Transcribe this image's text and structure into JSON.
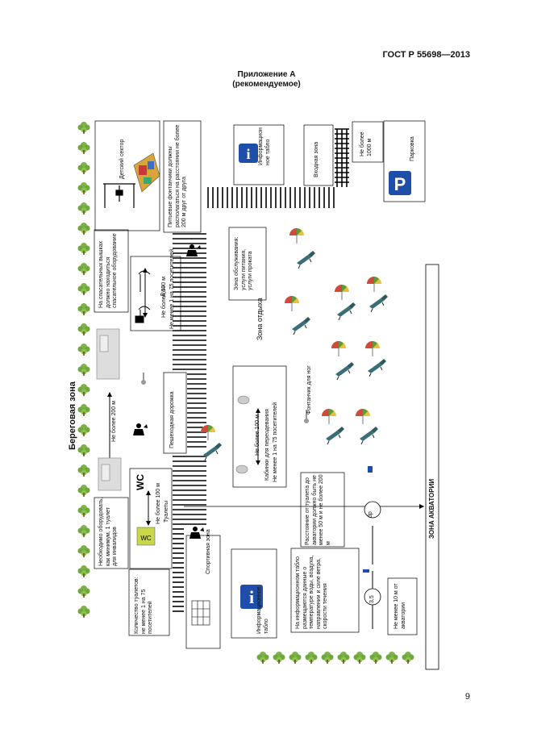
{
  "header": {
    "standard": "ГОСТ Р 55698—2013"
  },
  "appendix": {
    "title": "Приложение А",
    "subtitle": "(рекомендуемое)"
  },
  "page_number": "9",
  "zones": {
    "coastal": "Береговая зона",
    "rest": "Зона отдыха",
    "water": "ЗОНА АКВАТОРИИ",
    "sport": "Спортивная зона",
    "entry": "Входная зона",
    "children": "Детский сектор",
    "parking": "Парковка",
    "pedestrian": "Пешеходная дорожка"
  },
  "labels": {
    "drinking_fountains": "Питьевые фонтанчики должны располагаться на расстоянии не более 200 м друг от друга",
    "towers": "На спасательных вышках должно находиться спасательное оборудование",
    "shower_dist": "Не более 100 м",
    "shower": "Душ",
    "shower_min": "Не менее 1 на 75 посетителей",
    "info_board_1": "Информацион ное табло",
    "far_1000": "Не более 1000 м",
    "service_zone": "Зона обслуживания: услуги питания, услуги проката",
    "not_more_200": "Не более 200 м",
    "changing_dist": "Не более 100 м",
    "changing": "Кабинки для переодевания",
    "changing_min": "Не менее 1 на 75 посетителей",
    "foot_fountain": "Фонтанчик для ног",
    "disabled": "Необходимо оборудовать, как минимум, 1 туалет для инвалидов",
    "toilets_dist": "Не более 100 м",
    "toilets": "Туалеты",
    "toilet_count": "Количество туалетов: не менее 1 на 75 посетителей",
    "wc": "WC",
    "toilet_water": "Расстояние от туалета до акватории должно быть не менее 50 м и не более 200 м",
    "info_board_2": "Информационное табло",
    "info_content": "На информационном табло размещаются данные о температуре воды, воздуха, направлении и силе ветра, скорости течения",
    "min_10": "Не менее 10 м от акватории",
    "val_3_5": "3,5",
    "val_dp": "dp"
  },
  "icons": [
    "tree-icon",
    "info-icon",
    "parking-icon",
    "playground-icon",
    "swing-icon",
    "tower-icon",
    "lifeguard-icon",
    "umbrella-icon",
    "lounger-icon",
    "shower-icon",
    "fountain-icon",
    "wc-icon",
    "cabin-icon",
    "flag-icon"
  ],
  "colors": {
    "pin_blue": "#1f4ea8",
    "tree_green": "#6fa83a",
    "lounger": "#3a6f78",
    "umbrella_red": "#d24a3a",
    "umbrella_yellow": "#e6c23a"
  }
}
